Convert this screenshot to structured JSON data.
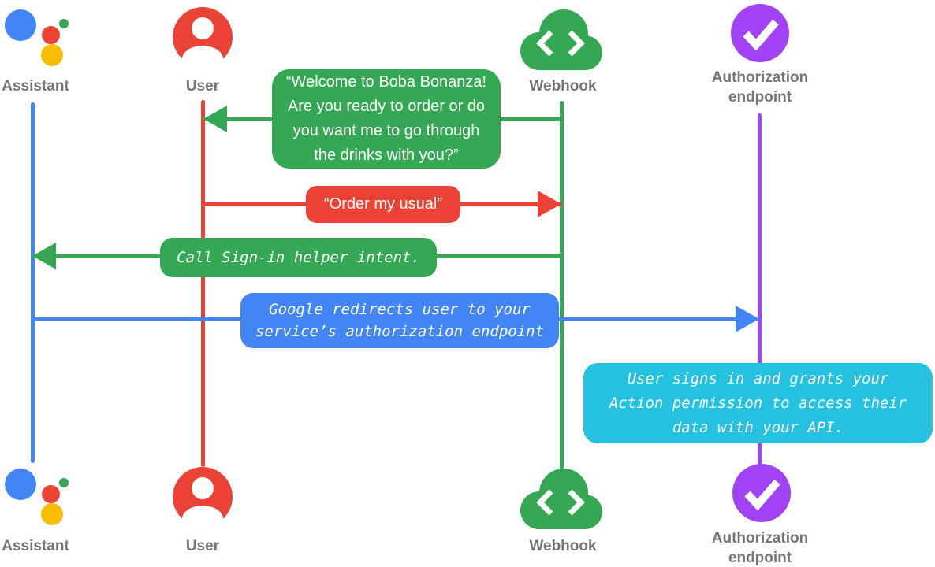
{
  "palette": {
    "assistant_blue": "#4285F4",
    "user_red": "#EA4335",
    "webhook_green": "#34A853",
    "auth_purple": "#A142F4",
    "note_cyan": "#24C1E0",
    "assistant_yellow": "#FBBC04",
    "label_gray": "#757575"
  },
  "actors": [
    {
      "id": "assistant",
      "label": "Assistant",
      "icon": "google-assistant-logo",
      "color": "#4285F4"
    },
    {
      "id": "user",
      "label": "User",
      "icon": "person-icon",
      "color": "#EA4335"
    },
    {
      "id": "webhook",
      "label": "Webhook",
      "icon": "cloud-code-icon",
      "color": "#34A853"
    },
    {
      "id": "auth",
      "label": "Authorization endpoint",
      "icon": "checkmark-circle-icon",
      "color": "#A142F4"
    }
  ],
  "messages": [
    {
      "from": "webhook",
      "to": "user",
      "direction": "left",
      "style": "speech",
      "color": "#34A853",
      "text": "“Welcome to Boba Bonanza!\nAre you ready to order or do\nyou want me to go through\nthe drinks with you?”"
    },
    {
      "from": "user",
      "to": "webhook",
      "direction": "right",
      "style": "speech",
      "color": "#EA4335",
      "text": "“Order my usual”"
    },
    {
      "from": "webhook",
      "to": "assistant",
      "direction": "left",
      "style": "code",
      "color": "#34A853",
      "text": "Call Sign-in helper intent."
    },
    {
      "from": "assistant",
      "to": "auth",
      "direction": "right",
      "style": "code",
      "color": "#4285F4",
      "text": "Google redirects user to your\nservice’s authorization endpoint"
    },
    {
      "from": "auth",
      "to": "auth",
      "direction": "none",
      "style": "code",
      "color": "#24C1E0",
      "text": "User signs in and grants your\nAction permission to access their\ndata with your API."
    }
  ]
}
